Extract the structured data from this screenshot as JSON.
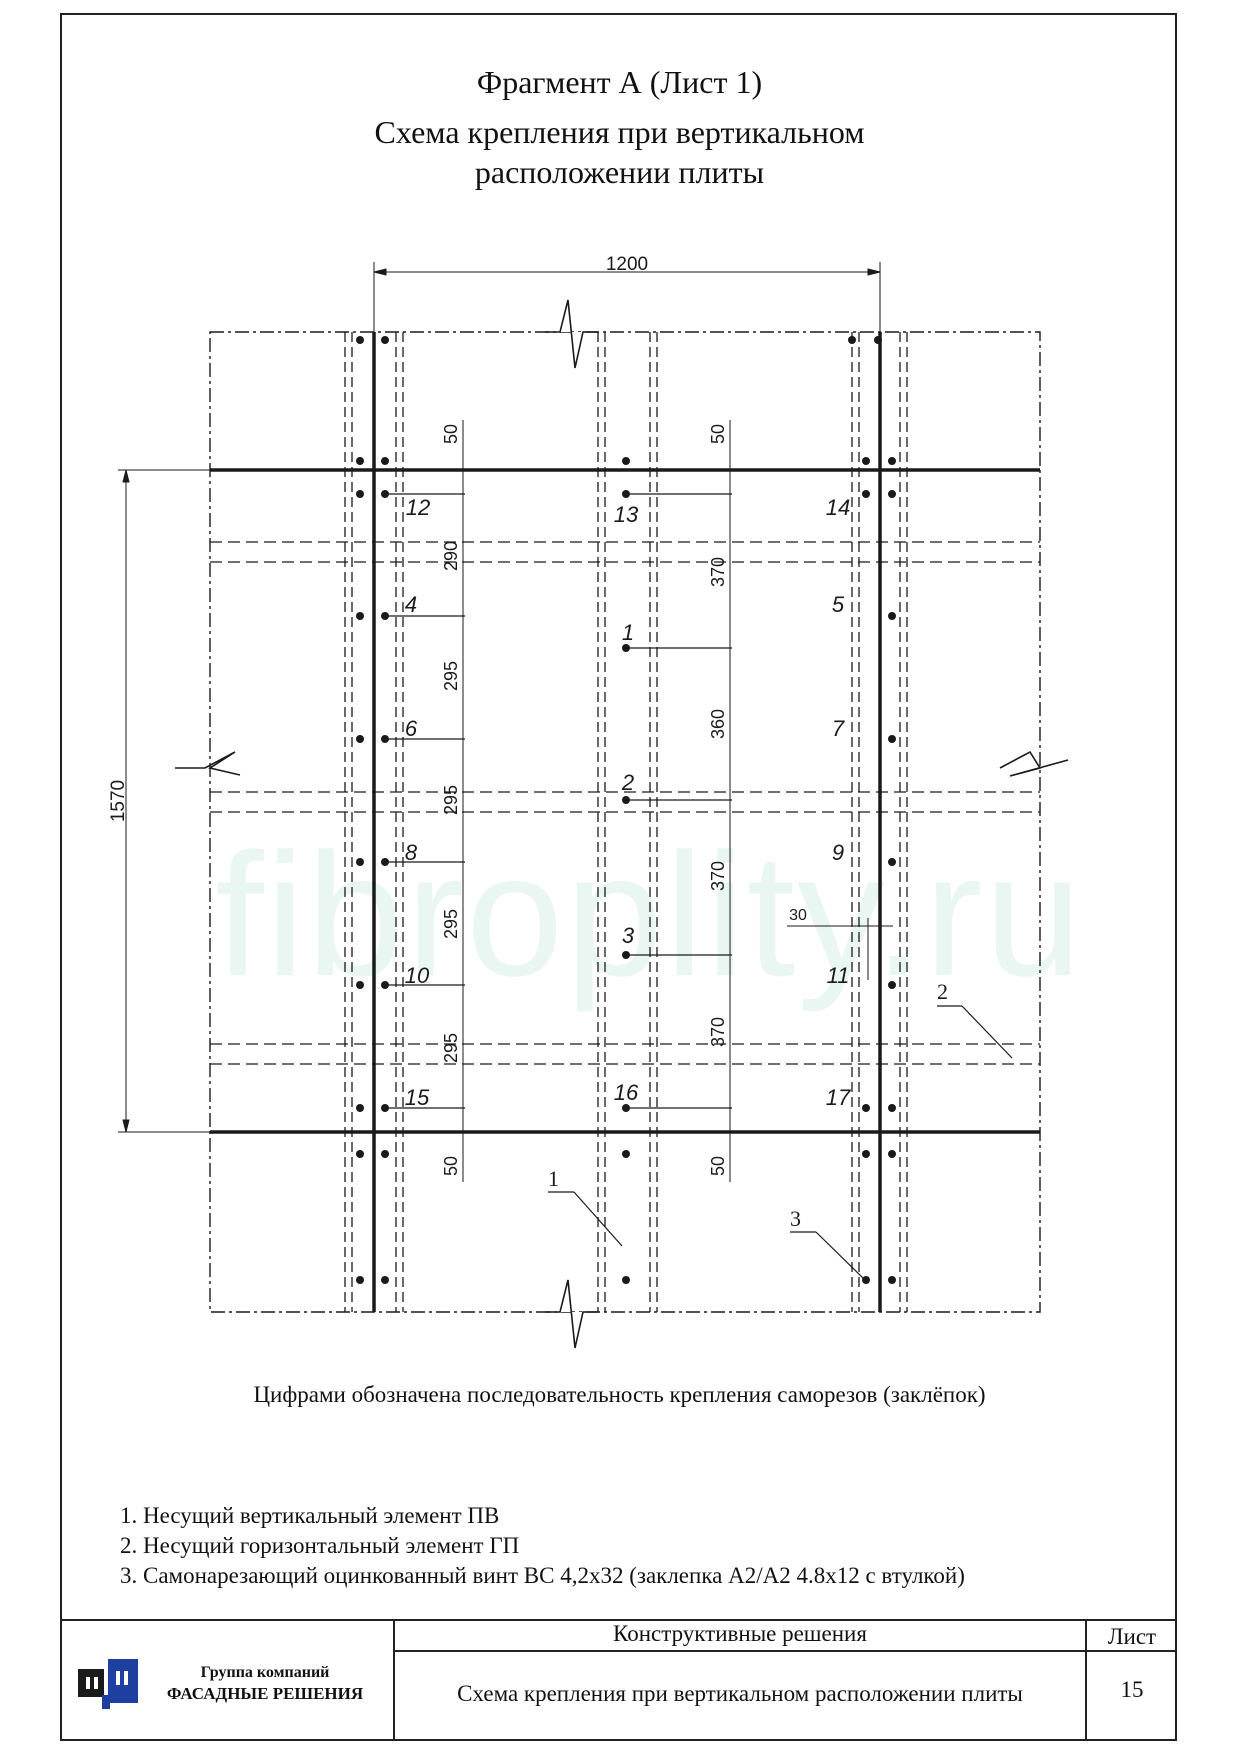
{
  "title": {
    "line1": "Фрагмент А (Лист  1)",
    "line2": "Схема крепления при вертикальном",
    "line3": "расположении плиты"
  },
  "watermark": "fibroplity.ru",
  "dimensions": {
    "top_width": "1200",
    "left_height": "1570",
    "col_a_segments": [
      "50",
      "290",
      "295",
      "295",
      "295",
      "295",
      "50"
    ],
    "col_b_segments": [
      "50",
      "370",
      "360",
      "370",
      "370",
      "50"
    ],
    "edge_offset": "30"
  },
  "fastener_sequence": [
    "1",
    "2",
    "3",
    "4",
    "5",
    "6",
    "7",
    "8",
    "9",
    "10",
    "11",
    "12",
    "13",
    "14",
    "15",
    "16",
    "17"
  ],
  "callouts": [
    "1",
    "2",
    "3"
  ],
  "note": "Цифрами обозначена последовательность крепления саморезов (заклёпок)",
  "legend": [
    "1. Несущий вертикальный элемент ПВ",
    "2. Несущий горизонтальный элемент ГП",
    "3. Самонарезающий оцинкованный винт ВС 4,2x32 (заклепка А2/А2 4.8x12 с втулкой)"
  ],
  "title_block": {
    "section": "Конструктивные решения",
    "sheet_label": "Лист",
    "sheet_number": "15",
    "drawing_name": "Схема крепления при вертикальном расположении плиты",
    "company_line1": "Группа компаний",
    "company_line2": "ФАСАДНЫЕ РЕШЕНИЯ"
  },
  "colors": {
    "line": "#1a1a1a",
    "watermark": "#eaf6f1",
    "logo_dark": "#1b1b1b",
    "logo_blue": "#1f3fa0"
  }
}
